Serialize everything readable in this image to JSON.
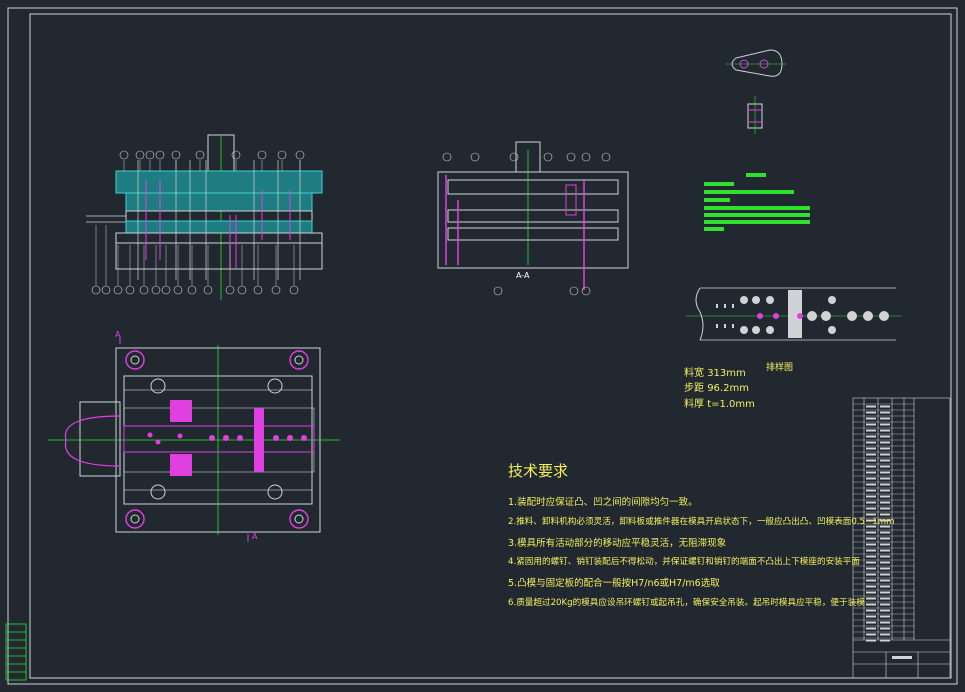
{
  "drawing": {
    "section_label": "A-A",
    "section_marker": "A",
    "strip_title": "排样图",
    "strip_params": [
      {
        "label": "料宽",
        "value": "313mm"
      },
      {
        "label": "步距",
        "value": "96.2mm"
      },
      {
        "label": "料厚",
        "value": "t=1.0mm"
      }
    ],
    "tech_req": {
      "title": "技术要求",
      "items": [
        "1.装配时应保证凸、凹之间的间隙均匀一致。",
        "2.推料、卸料机构必须灵活，卸料板或推件器在模具开启状态下，一般应凸出凸、凹模表面0.5~1mm",
        "3.模具所有活动部分的移动应平稳灵活，无阻滞现象",
        "4.紧固用的螺钉、销钉装配后不得松动，并保证螺钉和销钉的端面不凸出上下模座的安装平面",
        "5.凸模与固定板的配合一般按H7/n6或H7/m6选取",
        "6.质量超过20Kg的模具应设吊环螺钉或起吊孔，确保安全吊装。起吊时模具应平稳，便于装模"
      ]
    }
  },
  "colors": {
    "background": "#212830",
    "line": "#cfd3d6",
    "magenta": "#e040e0",
    "cyan": "#40d0d0",
    "green": "#30e030",
    "yellow": "#f2f05c"
  }
}
